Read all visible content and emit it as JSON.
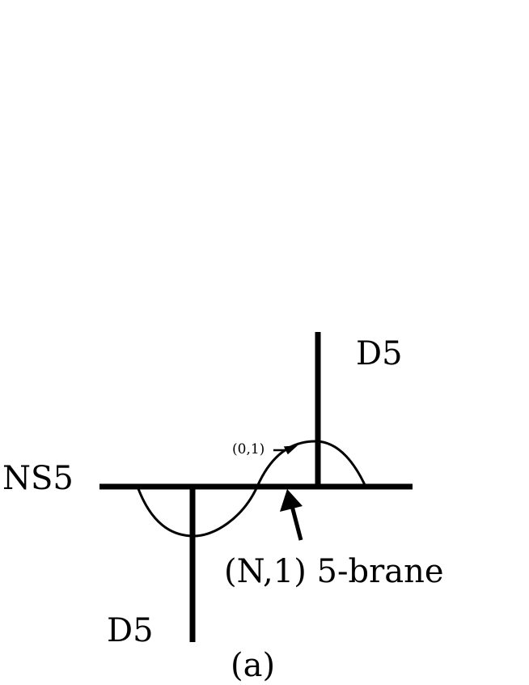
{
  "labels": {
    "d5_top": "D5",
    "ns5": "NS5",
    "d5_bottom": "D5",
    "charge": "(0,1)",
    "brane": "(N,1) 5-brane",
    "panel": "(a)"
  },
  "colors": {
    "ink": "#000000",
    "background": "#ffffff"
  }
}
